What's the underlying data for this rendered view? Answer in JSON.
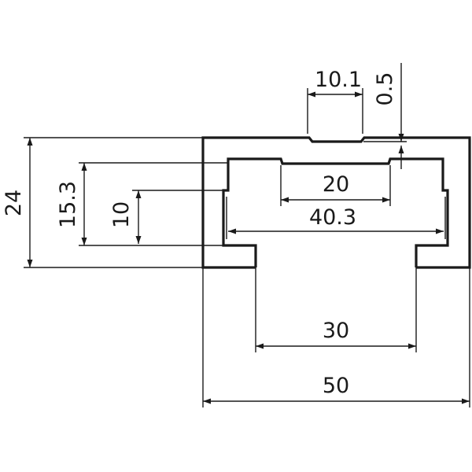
{
  "dimensions": {
    "opening_width": "10.1",
    "lip_offset": "0.5",
    "overall_height": "24",
    "inner_height": "15.3",
    "side_recess_height": "10",
    "inner_top_width": "20",
    "inner_width": "40.3",
    "bottom_slot_width": "30",
    "overall_width": "50"
  },
  "colors": {
    "line": "#1a1a1a",
    "background": "#ffffff"
  }
}
